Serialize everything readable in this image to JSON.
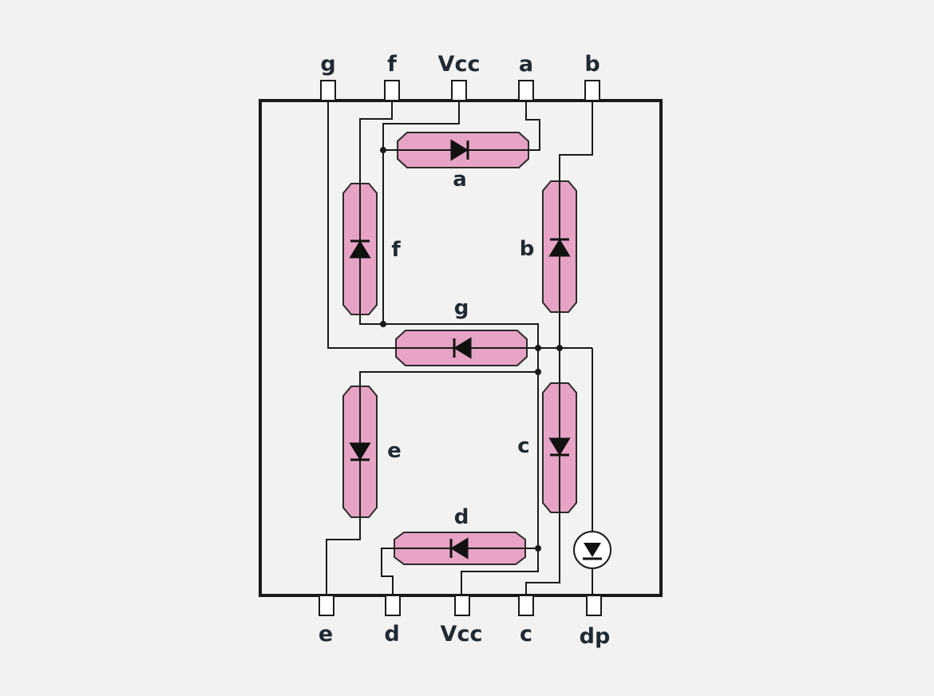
{
  "colors": {
    "background": "#f2f2f2",
    "segment_fill": "#e7a3c6",
    "segment_stroke": "#2b2b2b",
    "wire": "#1a1a1a",
    "label": "#1f2a33"
  },
  "top_pins": {
    "p1": "g",
    "p2": "f",
    "p3": "Vcc",
    "p4": "a",
    "p5": "b"
  },
  "bottom_pins": {
    "p1": "e",
    "p2": "d",
    "p3": "Vcc",
    "p4": "c",
    "p5": "dp"
  },
  "segment_labels": {
    "a": "a",
    "b": "b",
    "c": "c",
    "d": "d",
    "e": "e",
    "f": "f",
    "g": "g"
  },
  "icons": {
    "diode": "diode-icon",
    "dp_led": "led-icon"
  }
}
